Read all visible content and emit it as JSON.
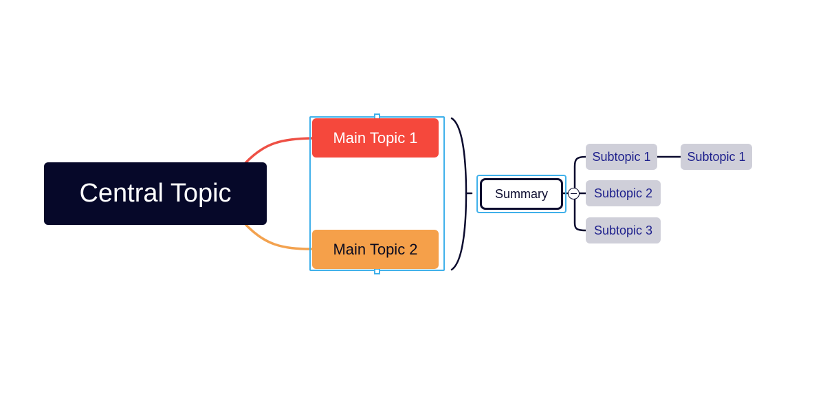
{
  "central_topic": {
    "label": "Central Topic"
  },
  "main_topics": [
    {
      "label": "Main Topic 1"
    },
    {
      "label": "Main Topic 2"
    }
  ],
  "summary": {
    "label": "Summary"
  },
  "subtopics": [
    {
      "label": "Subtopic 1"
    },
    {
      "label": "Subtopic 2"
    },
    {
      "label": "Subtopic 3"
    },
    {
      "label": "Subtopic 1"
    }
  ],
  "colors": {
    "central_fill": "#060829",
    "main_topic_1_fill": "#f5483c",
    "main_topic_2_fill": "#f5a04a",
    "subtopic_fill": "#cfcfd9",
    "subtopic_text": "#1d1f8c",
    "selection": "#3fb0ea",
    "connector_dark": "#0b0b2e",
    "connector_red": "#ee5045",
    "connector_orange": "#f3a24f"
  },
  "icons": {
    "collapse": "minus-circle-icon",
    "selection_handle": "resize-handle-icon"
  }
}
